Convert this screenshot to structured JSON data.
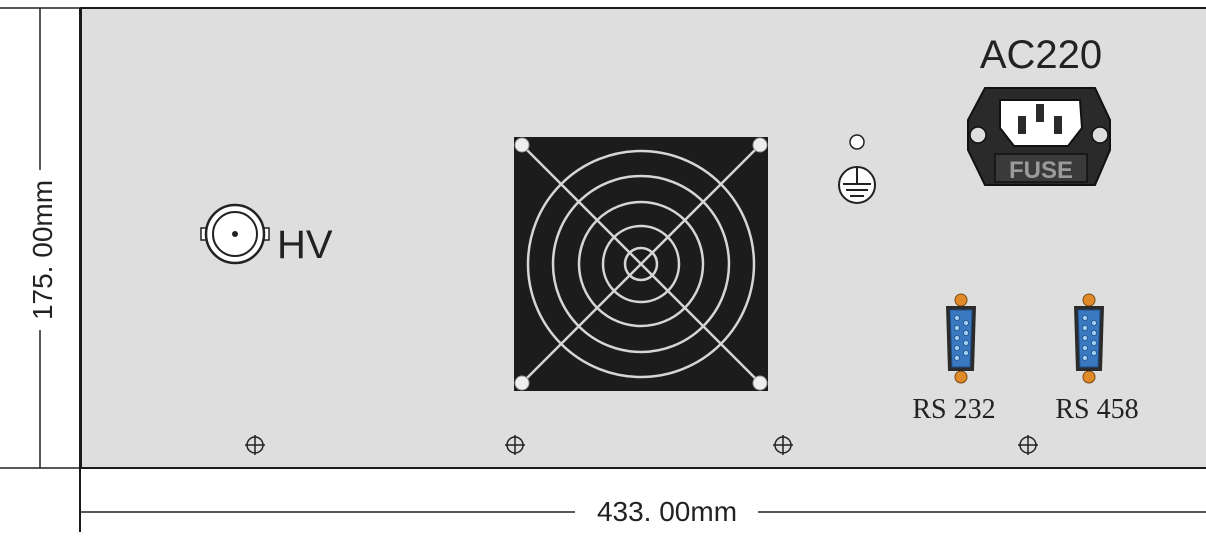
{
  "dimensions": {
    "height_label": "175. 00mm",
    "width_label": "433. 00mm"
  },
  "connectors": {
    "hv_label": "HV",
    "power_label": "AC220",
    "fuse_label": "FUSE",
    "serial_left_label": "RS 232",
    "serial_right_label": "RS 458"
  },
  "colors": {
    "panel_fill": "#dedede",
    "outline": "#1a1a1a",
    "fan_body": "#1c1c1c",
    "fan_grille": "#d6d6d6",
    "db9_blue": "#3a78c0",
    "db9_pin": "#9fd0f0",
    "db9_screw": "#e08a2a",
    "iec_inlet": "#2a2a2a"
  }
}
